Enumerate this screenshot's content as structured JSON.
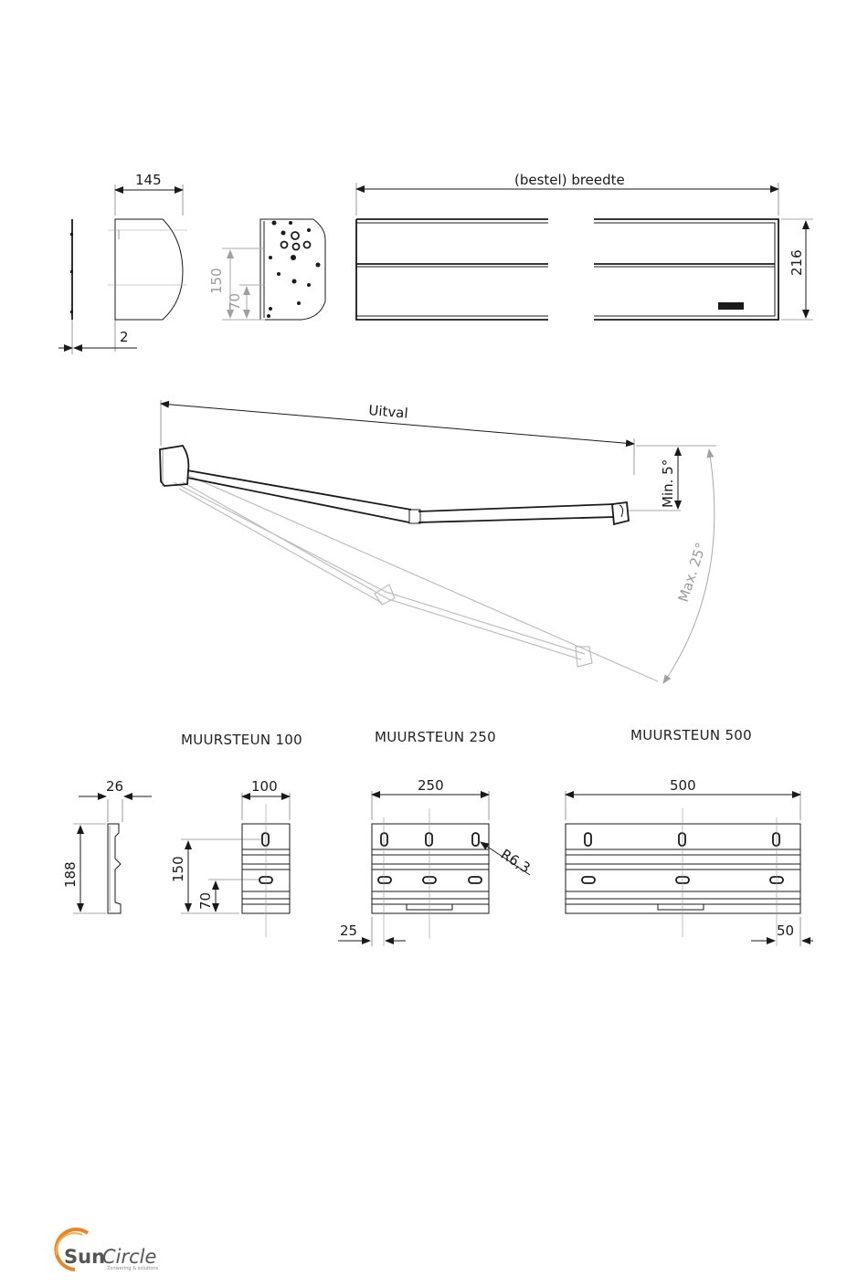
{
  "top_view": {
    "housing_depth": "145",
    "wall_gap": "2",
    "bracket_height": "150",
    "bracket_offset": "70",
    "width_label": "(bestel) breedte",
    "front_height": "216"
  },
  "side_view": {
    "projection_label": "Uitval",
    "min_angle": "Min. 5°",
    "max_angle": "Max. 25°"
  },
  "wall_brackets": {
    "profile_depth": "26",
    "profile_height": "188",
    "bracket_100": {
      "title": "MUURSTEUN 100",
      "width": "100",
      "hole_height": "150",
      "hole_offset": "70"
    },
    "bracket_250": {
      "title": "MUURSTEUN 250",
      "width": "250",
      "radius": "R6,3",
      "edge": "25"
    },
    "bracket_500": {
      "title": "MUURSTEUN 500",
      "width": "500",
      "edge": "50"
    }
  },
  "logo": {
    "sun": "Sun",
    "circle": "Circle",
    "tagline": "Zonwering & solutions",
    "accent_color": "#e8862a"
  }
}
